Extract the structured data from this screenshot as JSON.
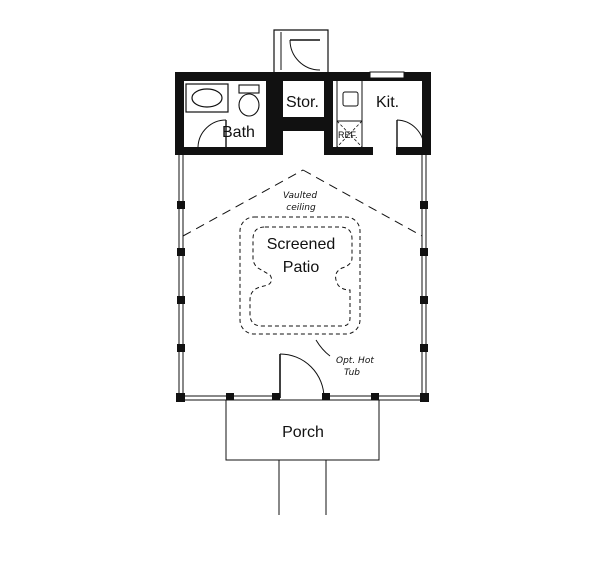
{
  "rooms": {
    "bath": "Bath",
    "storage": "Stor.",
    "kitchen": "Kit.",
    "refrigerator": "REF.",
    "patio_line1": "Screened",
    "patio_line2": "Patio",
    "porch": "Porch"
  },
  "notes": {
    "vaulted_line1": "Vaulted",
    "vaulted_line2": "ceiling",
    "hottub_line1": "Opt. Hot",
    "hottub_line2": "Tub"
  },
  "colors": {
    "ink": "#111111",
    "background": "#ffffff"
  }
}
